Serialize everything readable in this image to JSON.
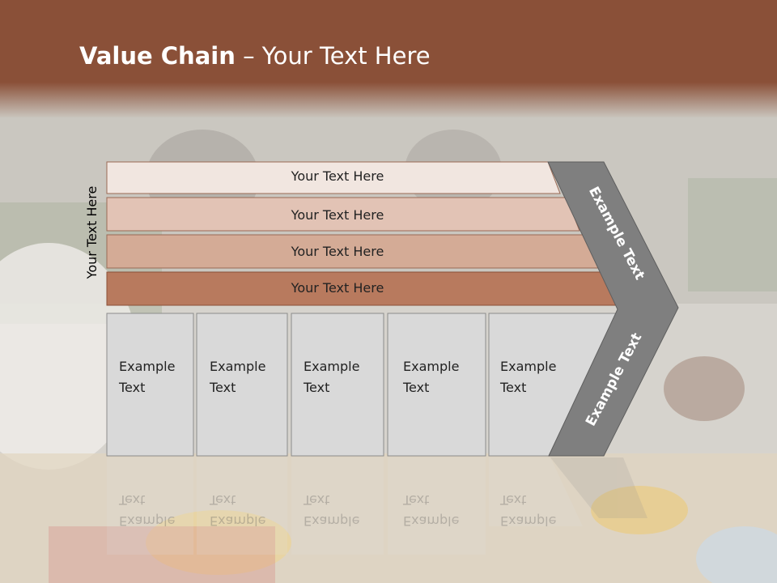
{
  "slide": {
    "title_bold": "Value Chain",
    "title_rest": " – Your Text Here",
    "side_label": "Your Text Here"
  },
  "bars": [
    {
      "label": "Your Text Here",
      "color": "#f1e6e0"
    },
    {
      "label": "Your Text Here",
      "color": "#e2c3b5"
    },
    {
      "label": "Your Text Here",
      "color": "#d4ab96"
    },
    {
      "label": "Your Text Here",
      "color": "#b87a5e"
    }
  ],
  "boxes": [
    {
      "line1": "Example",
      "line2": "Text"
    },
    {
      "line1": "Example",
      "line2": "Text"
    },
    {
      "line1": "Example",
      "line2": "Text"
    },
    {
      "line1": "Example",
      "line2": "Text"
    },
    {
      "line1": "Example",
      "line2": "Text"
    }
  ],
  "chevron": {
    "upper_label": "Example Text",
    "lower_label": "Example Text",
    "color": "#7f7f7f"
  },
  "colors": {
    "header": "#8a5038",
    "box_fill": "#d9d9d9",
    "box_stroke": "#8c8c8c"
  }
}
